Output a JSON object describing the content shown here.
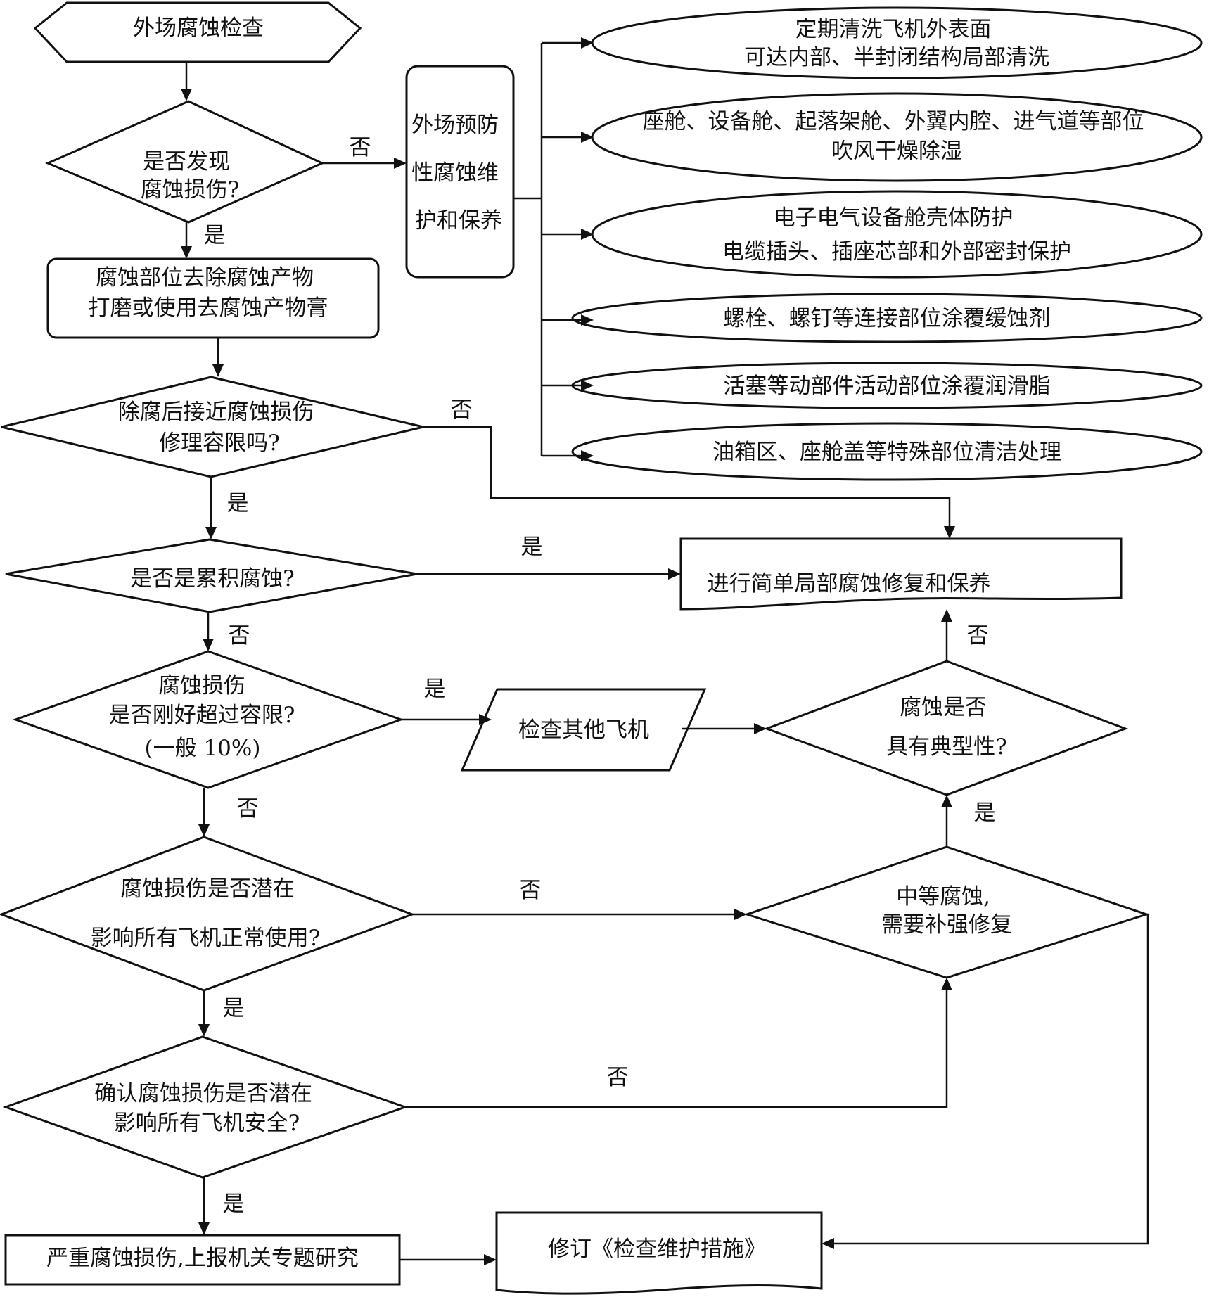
{
  "nodes": {
    "start": "外场腐蚀检查",
    "q_found": [
      "是否发现",
      "腐蚀损伤?"
    ],
    "prevent": [
      "外场预防",
      "性腐蚀维",
      "护和保养"
    ],
    "p1": [
      "定期清洗飞机外表面",
      "可达内部、半封闭结构局部清洗"
    ],
    "p2": [
      "座舱、设备舱、起落架舱、外翼内腔、进气道等部位",
      "吹风干燥除湿"
    ],
    "p3": [
      "电子电气设备舱壳体防护",
      "电缆插头、插座芯部和外部密封保护"
    ],
    "p4": [
      "螺栓、螺钉等连接部位涂覆缓蚀剂"
    ],
    "p5": [
      "活塞等动部件活动部位涂覆润滑脂"
    ],
    "p6": [
      "油箱区、座舱盖等特殊部位清洁处理"
    ],
    "remove": [
      "腐蚀部位去除腐蚀产物",
      "打磨或使用去腐蚀产物膏"
    ],
    "q_limit": [
      "除腐后接近腐蚀损伤",
      "修理容限吗?"
    ],
    "simple": "进行简单局部腐蚀修复和保养",
    "q_accum": "是否是累积腐蚀?",
    "q_exceed": [
      "腐蚀损伤",
      "是否刚好超过容限?",
      "(一般 10%)"
    ],
    "check_other": "检查其他飞机",
    "q_typical": [
      "腐蚀是否",
      "具有典型性?"
    ],
    "q_normal": [
      "腐蚀损伤是否潜在",
      "影响所有飞机正常使用?"
    ],
    "moderate": [
      "中等腐蚀,",
      "需要补强修复"
    ],
    "q_safety": [
      "确认腐蚀损伤是否潜在",
      "影响所有飞机安全?"
    ],
    "severe": "严重腐蚀损伤,上报机关专题研究",
    "revise": "修订《检查维护措施》"
  },
  "labels": {
    "found_no": "否",
    "found_yes": "是",
    "limit_no": "否",
    "limit_yes": "是",
    "accum_yes": "是",
    "accum_no": "否",
    "exceed_yes": "是",
    "exceed_no": "否",
    "typical_no": "否",
    "typical_yes": "是",
    "normal_no": "否",
    "normal_yes": "是",
    "safety_no": "否",
    "safety_yes": "是"
  }
}
